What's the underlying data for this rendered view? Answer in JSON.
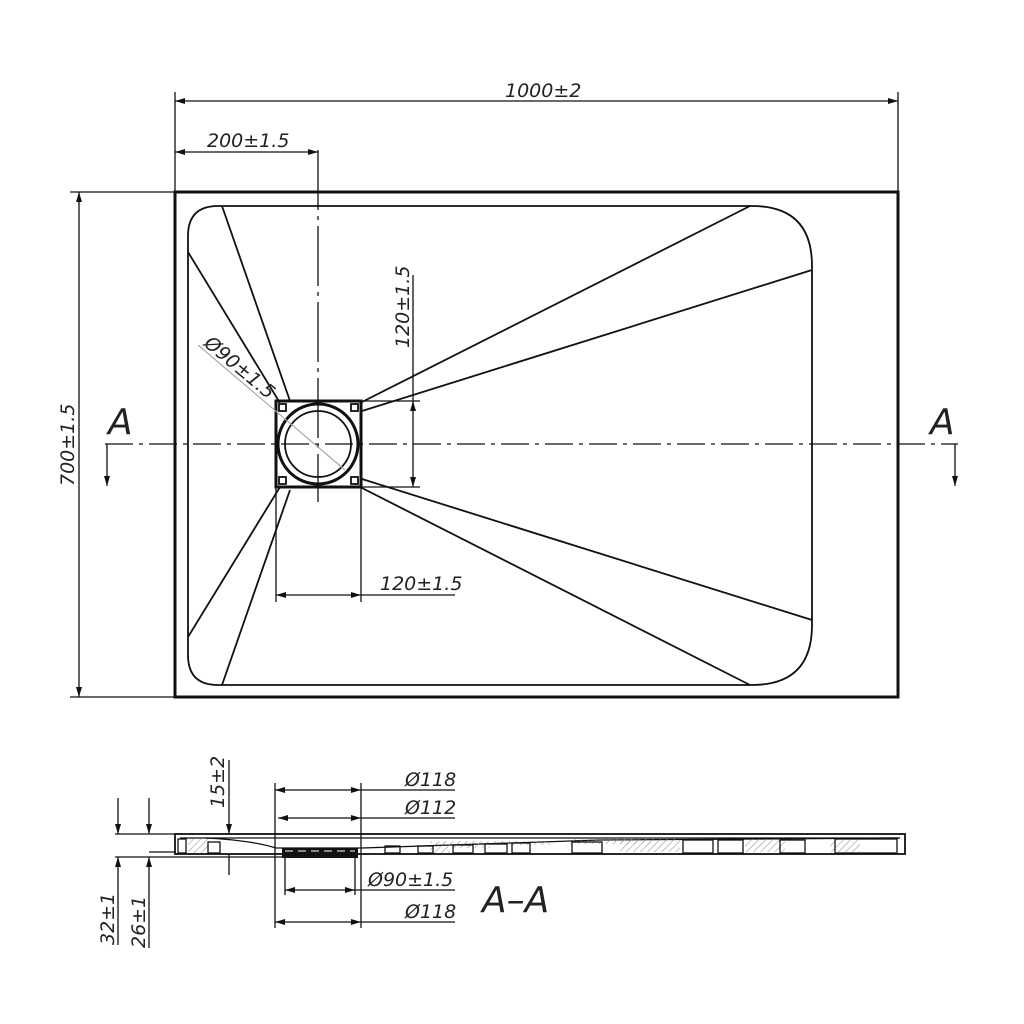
{
  "plan_view": {
    "overall_width": "1000±2",
    "drain_offset": "200±1.5",
    "overall_depth": "700±1.5",
    "drain_vertical_size": "120±1.5",
    "drain_horizontal_size": "120±1.5",
    "drain_diameter": "Ø90±1.5",
    "section_mark_left": "A",
    "section_mark_right": "A"
  },
  "section_view": {
    "title": "A–A",
    "drain_outer_top": "Ø118",
    "drain_inner": "Ø112",
    "drain_outlet": "Ø90±1.5",
    "drain_outer_bottom": "Ø118",
    "slope_depth": "15±2",
    "total_height": "32±1",
    "body_height": "26±1"
  }
}
